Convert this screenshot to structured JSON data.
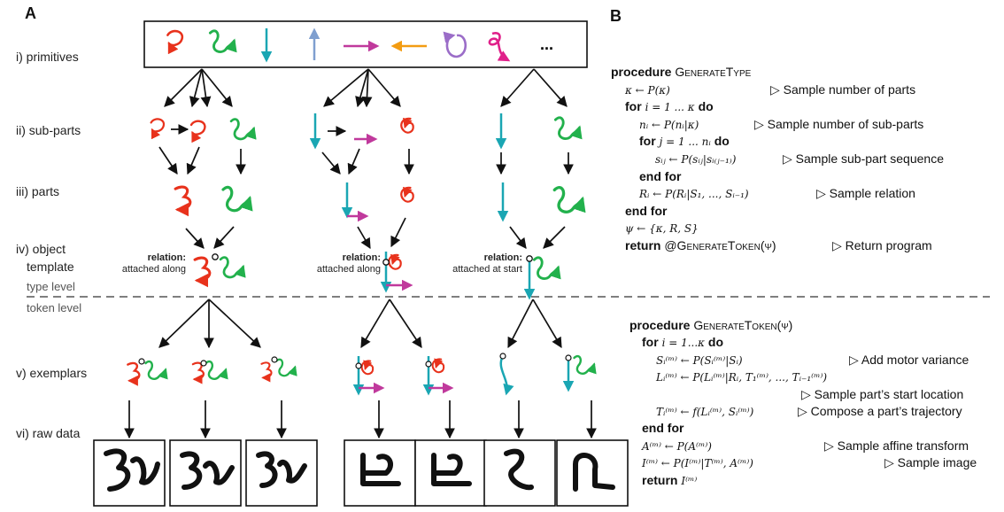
{
  "panels": {
    "a": "A",
    "b": "B"
  },
  "rows": {
    "primitives": "i) primitives",
    "subparts": "ii) sub-parts",
    "parts": "iii) parts",
    "object_template_1": "iv) object",
    "object_template_2": "template",
    "type_level": "type level",
    "token_level": "token level",
    "exemplars": "v) exemplars",
    "raw_data": "vi) raw data"
  },
  "primitives_more": "...",
  "relations": [
    {
      "head": "relation:",
      "text": "attached along"
    },
    {
      "head": "relation:",
      "text": "attached along"
    },
    {
      "head": "relation:",
      "text": "attached at start"
    }
  ],
  "colors": {
    "red": "#e8321c",
    "green": "#22b14c",
    "cyan": "#1aa6b3",
    "blue": "#7f9fcf",
    "magenta": "#c0399c",
    "orange": "#f39c12",
    "purple": "#9b6dc8",
    "pink": "#e0208a"
  },
  "generate_type": {
    "l1_kw": "procedure",
    "l1_name": "GenerateType",
    "l2_math": "κ ← P(κ)",
    "l2_cmt": "▷ Sample number of parts",
    "l3_kw": "for",
    "l3_math": "i = 1 ... κ",
    "l3_kw2": "do",
    "l4_math": "nᵢ ← P(nᵢ|κ)",
    "l4_cmt": "▷ Sample number of sub-parts",
    "l5_kw": "for",
    "l5_math": "j = 1 ... nᵢ",
    "l5_kw2": "do",
    "l6_math": "sᵢⱼ ← P(sᵢⱼ|sᵢ₍ⱼ₋₁₎)",
    "l6_cmt": "▷ Sample sub-part sequence",
    "l7_kw": "end for",
    "l8_math": "Rᵢ ← P(Rᵢ|S₁, ..., Sᵢ₋₁)",
    "l8_cmt": "▷ Sample relation",
    "l9_kw": "end for",
    "l10_math": "ψ ← {κ, R, S}",
    "l11_kw": "return",
    "l11_call": "@GenerateToken(ψ)",
    "l11_cmt": "▷ Return program"
  },
  "generate_token": {
    "l1_kw": "procedure",
    "l1_name": "GenerateToken(ψ)",
    "l2_kw": "for",
    "l2_math": "i = 1...κ",
    "l2_kw2": "do",
    "l3_math": "Sᵢ⁽ᵐ⁾ ← P(Sᵢ⁽ᵐ⁾|Sᵢ)",
    "l3_cmt": "▷ Add motor variance",
    "l4_math": "Lᵢ⁽ᵐ⁾ ← P(Lᵢ⁽ᵐ⁾|Rᵢ, T₁⁽ᵐ⁾, ..., Tᵢ₋₁⁽ᵐ⁾)",
    "l5_cmt": "▷ Sample part’s start location",
    "l6_math": "Tᵢ⁽ᵐ⁾ ← f(Lᵢ⁽ᵐ⁾, Sᵢ⁽ᵐ⁾)",
    "l6_cmt": "▷ Compose a part’s trajectory",
    "l7_kw": "end for",
    "l8_math": "A⁽ᵐ⁾ ← P(A⁽ᵐ⁾)",
    "l8_cmt": "▷ Sample affine transform",
    "l9_math": "I⁽ᵐ⁾ ← P(I⁽ᵐ⁾|T⁽ᵐ⁾, A⁽ᵐ⁾)",
    "l9_cmt": "▷ Sample image",
    "l10_kw": "return",
    "l10_math": "I⁽ᵐ⁾"
  }
}
